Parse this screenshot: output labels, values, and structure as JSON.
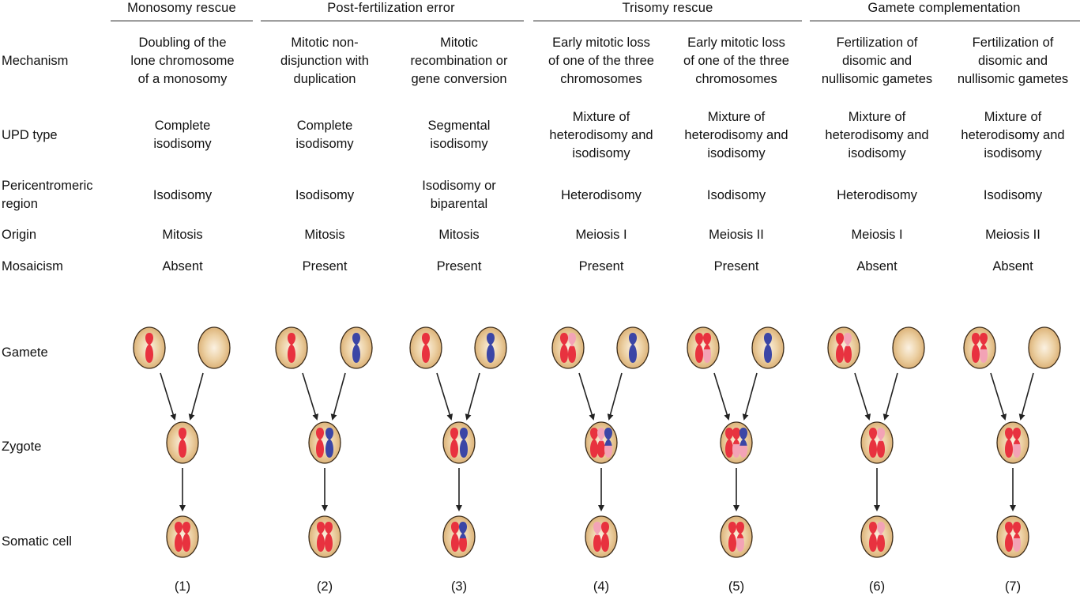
{
  "groups": [
    {
      "title": "Monosomy rescue"
    },
    {
      "title": "Post-fertilization error"
    },
    {
      "title": "Trisomy rescue"
    },
    {
      "title": "Gamete complementation"
    }
  ],
  "row_labels": {
    "mechanism": "Mechanism",
    "upd_type": "UPD type",
    "pericentromeric_1": "Pericentromeric",
    "pericentromeric_2": "region",
    "origin": "Origin",
    "mosaicism": "Mosaicism",
    "gamete": "Gamete",
    "zygote": "Zygote",
    "somatic": "Somatic cell"
  },
  "columns": [
    {
      "number": "(1)",
      "mechanism": [
        "Doubling of the",
        "lone chromosome",
        "of a monosomy"
      ],
      "upd_type": [
        "Complete",
        "isodisomy"
      ],
      "pericentromeric": [
        "Isodisomy"
      ],
      "origin": "Mitosis",
      "mosaicism": "Absent"
    },
    {
      "number": "(2)",
      "mechanism": [
        "Mitotic non-",
        "disjunction with",
        "duplication"
      ],
      "upd_type": [
        "Complete",
        "isodisomy"
      ],
      "pericentromeric": [
        "Isodisomy"
      ],
      "origin": "Mitosis",
      "mosaicism": "Present"
    },
    {
      "number": "(3)",
      "mechanism": [
        "Mitotic",
        "recombination or",
        "gene conversion"
      ],
      "upd_type": [
        "Segmental",
        "isodisomy"
      ],
      "pericentromeric": [
        "Isodisomy or",
        "biparental"
      ],
      "origin": "Mitosis",
      "mosaicism": "Present"
    },
    {
      "number": "(4)",
      "mechanism": [
        "Early mitotic loss",
        "of one of the three",
        "chromosomes"
      ],
      "upd_type": [
        "Mixture of",
        "heterodisomy and",
        "isodisomy"
      ],
      "pericentromeric": [
        "Heterodisomy"
      ],
      "origin": "Meiosis I",
      "mosaicism": "Present"
    },
    {
      "number": "(5)",
      "mechanism": [
        "Early mitotic loss",
        "of one of the three",
        "chromosomes"
      ],
      "upd_type": [
        "Mixture of",
        "heterodisomy and",
        "isodisomy"
      ],
      "pericentromeric": [
        "Isodisomy"
      ],
      "origin": "Meiosis II",
      "mosaicism": "Present"
    },
    {
      "number": "(6)",
      "mechanism": [
        "Fertilization of",
        "disomic and",
        "nullisomic gametes"
      ],
      "upd_type": [
        "Mixture of",
        "heterodisomy and",
        "isodisomy"
      ],
      "pericentromeric": [
        "Heterodisomy"
      ],
      "origin": "Meiosis I",
      "mosaicism": "Absent"
    },
    {
      "number": "(7)",
      "mechanism": [
        "Fertilization of",
        "disomic and",
        "nullisomic gametes"
      ],
      "upd_type": [
        "Mixture of",
        "heterodisomy and",
        "isodisomy"
      ],
      "pericentromeric": [
        "Isodisomy"
      ],
      "origin": "Meiosis II",
      "mosaicism": "Absent"
    }
  ],
  "colors": {
    "cell_fill": "#d8ab6e",
    "cell_highlight": "#fbf1e2",
    "cell_edge": "#3a2a18",
    "maternal_red": "#e8323f",
    "maternal_pink": "#f3a3b6",
    "paternal_blue": "#3b46a6",
    "line": "#222222"
  }
}
